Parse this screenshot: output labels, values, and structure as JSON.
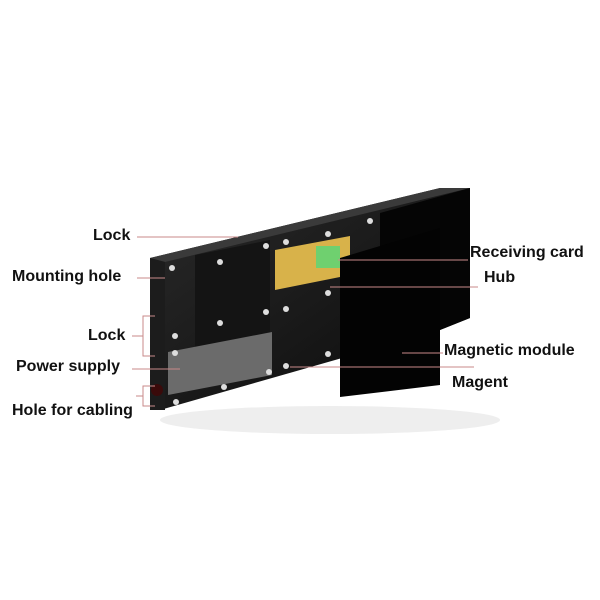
{
  "labels": {
    "lock_top": "Lock",
    "mounting_hole": "Mounting hole",
    "lock_side": "Lock",
    "power_supply": "Power supply",
    "hole_for_cabling": "Hole for cabling",
    "receiving_card": "Receiving card",
    "hub": "Hub",
    "magnetic_module": "Magnetic module",
    "magent": "Magent"
  },
  "colors": {
    "leader_line": "#c98a8a",
    "cabinet": "#111111",
    "card": "#d8b24a",
    "receiving_card": "#6fd06f"
  }
}
